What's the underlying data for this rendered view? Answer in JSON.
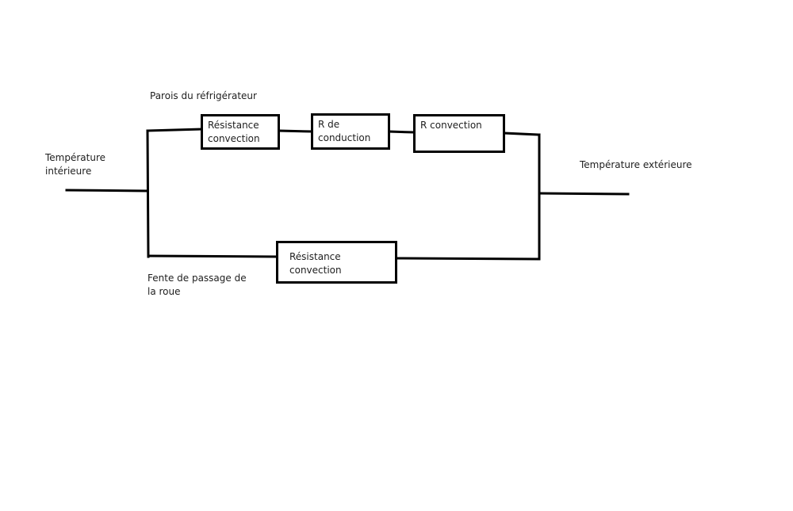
{
  "diagram": {
    "colors": {
      "stroke": "#000000",
      "text": "#1e1e1e",
      "background": "#ffffff"
    },
    "labels": {
      "inside_temp_line1": "Température",
      "inside_temp_line2": "intérieure",
      "outside_temp": "Température extérieure",
      "walls": "Parois du réfrigérateur",
      "slot_line1": "Fente de passage de",
      "slot_line2": "la roue"
    },
    "upper_branch": {
      "r1_line1": "Résistance",
      "r1_line2": "convection",
      "r2_line1": "R de",
      "r2_line2": "conduction",
      "r3_line1": "R convection"
    },
    "lower_branch": {
      "r1_line1": "Résistance",
      "r1_line2": "convection"
    }
  }
}
